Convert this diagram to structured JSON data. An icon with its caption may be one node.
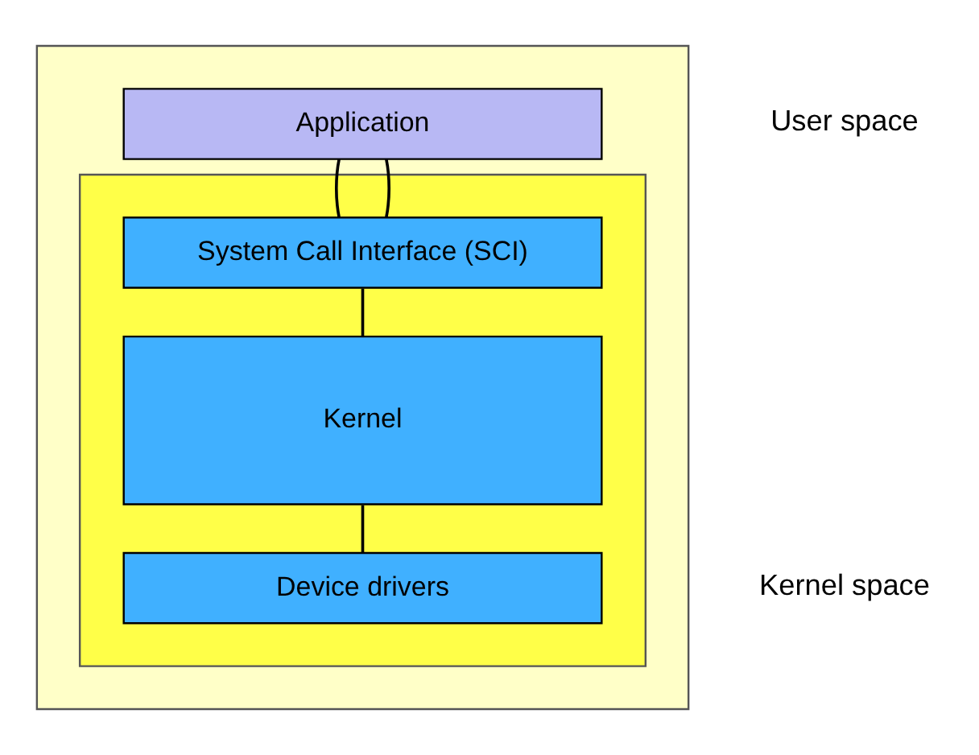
{
  "diagram": {
    "nodes": [
      {
        "text": [],
        "shape": "box"
      },
      {
        "text": [
          "Application"
        ],
        "in": 0
      },
      {
        "text": [],
        "shape": "box",
        "in": 0
      },
      {
        "text": [
          "System Call Interface (SCI)"
        ],
        "in": 2
      },
      {
        "text": [
          "Kernel"
        ],
        "in": 2
      },
      {
        "text": [
          "Device drivers"
        ],
        "in": 2
      }
    ],
    "edges": [
      {
        "from": 1,
        "to": 3,
        "arrow": "none"
      },
      {
        "from": 1,
        "to": 3,
        "arrow": "none"
      },
      {
        "from": 3,
        "to": 4,
        "arrow": "none"
      },
      {
        "from": 4,
        "to": 5,
        "arrow": "none"
      }
    ],
    "labels": [
      "User space",
      "Kernel space"
    ]
  }
}
